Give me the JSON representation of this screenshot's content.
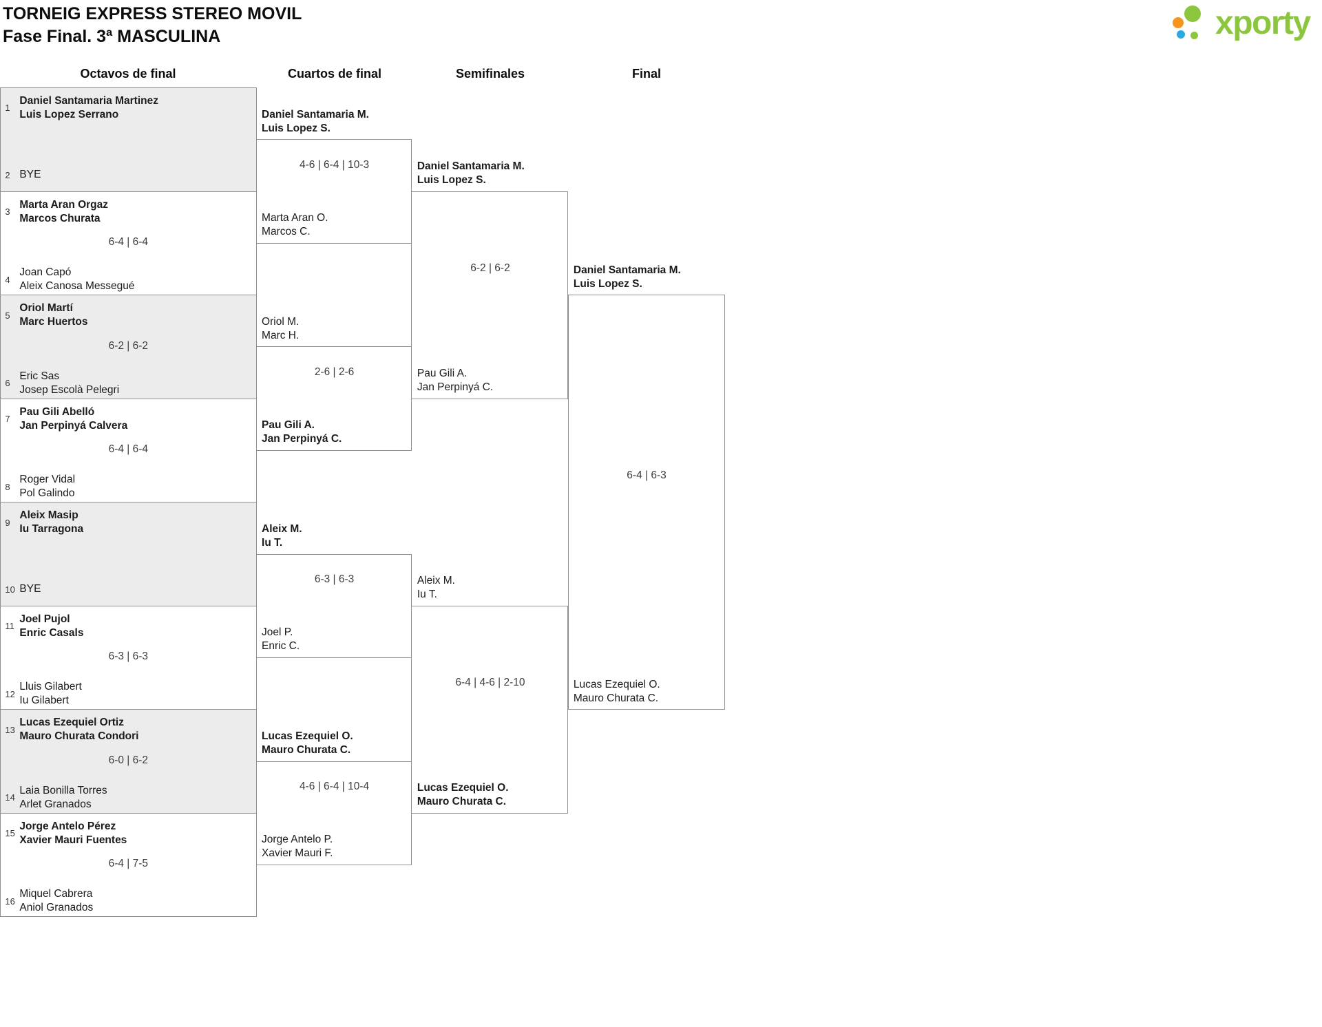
{
  "header": {
    "title": "TORNEIG EXPRESS STEREO MOVIL",
    "subtitle": "Fase Final. 3ª MASCULINA"
  },
  "logo": {
    "text": "xporty",
    "colors": {
      "green": "#8cc63e",
      "orange": "#f7941e",
      "blue": "#29abe2"
    }
  },
  "colors": {
    "shaded_row": "#ececec",
    "border": "#8f8f8f"
  },
  "rounds": [
    {
      "name": "Octavos de final",
      "matches": [
        {
          "shaded": true,
          "score": "",
          "top": {
            "seed": "1",
            "lines": [
              "Daniel Santamaria Martinez",
              "Luis Lopez Serrano"
            ],
            "winner": true
          },
          "bottom": {
            "seed": "2",
            "lines": [
              "BYE"
            ],
            "winner": false
          }
        },
        {
          "shaded": false,
          "score": "6-4 | 6-4",
          "top": {
            "seed": "3",
            "lines": [
              "Marta Aran Orgaz",
              "Marcos Churata"
            ],
            "winner": true
          },
          "bottom": {
            "seed": "4",
            "lines": [
              "Joan Capó",
              "Aleix Canosa Messegué"
            ],
            "winner": false
          }
        },
        {
          "shaded": true,
          "score": "6-2 | 6-2",
          "top": {
            "seed": "5",
            "lines": [
              "Oriol Martí",
              "Marc Huertos"
            ],
            "winner": true
          },
          "bottom": {
            "seed": "6",
            "lines": [
              "Eric Sas",
              "Josep Escolà Pelegri"
            ],
            "winner": false
          }
        },
        {
          "shaded": false,
          "score": "6-4 | 6-4",
          "top": {
            "seed": "7",
            "lines": [
              "Pau Gili Abelló",
              "Jan Perpinyá Calvera"
            ],
            "winner": true
          },
          "bottom": {
            "seed": "8",
            "lines": [
              "Roger Vidal",
              "Pol Galindo"
            ],
            "winner": false
          }
        },
        {
          "shaded": true,
          "score": "",
          "top": {
            "seed": "9",
            "lines": [
              "Aleix Masip",
              "Iu Tarragona"
            ],
            "winner": true
          },
          "bottom": {
            "seed": "10",
            "lines": [
              "BYE"
            ],
            "winner": false
          }
        },
        {
          "shaded": false,
          "score": "6-3 | 6-3",
          "top": {
            "seed": "11",
            "lines": [
              "Joel Pujol",
              "Enric Casals"
            ],
            "winner": true
          },
          "bottom": {
            "seed": "12",
            "lines": [
              "Lluis Gilabert",
              "Iu Gilabert"
            ],
            "winner": false
          }
        },
        {
          "shaded": true,
          "score": "6-0 | 6-2",
          "top": {
            "seed": "13",
            "lines": [
              "Lucas Ezequiel Ortiz",
              "Mauro Churata Condori"
            ],
            "winner": true
          },
          "bottom": {
            "seed": "14",
            "lines": [
              "Laia Bonilla Torres",
              "Arlet Granados"
            ],
            "winner": false
          }
        },
        {
          "shaded": false,
          "score": "6-4 | 7-5",
          "top": {
            "seed": "15",
            "lines": [
              "Jorge Antelo Pérez",
              "Xavier Mauri Fuentes"
            ],
            "winner": true
          },
          "bottom": {
            "seed": "16",
            "lines": [
              "Miquel Cabrera",
              "Aniol Granados"
            ],
            "winner": false
          }
        }
      ]
    },
    {
      "name": "Cuartos de final",
      "matches": [
        {
          "score": "4-6 | 6-4 | 10-3",
          "top": {
            "lines": [
              "Daniel Santamaria M.",
              "Luis Lopez S."
            ],
            "winner": true
          },
          "bottom": {
            "lines": [
              "Marta Aran O.",
              "Marcos C."
            ],
            "winner": false
          }
        },
        {
          "score": "2-6 | 2-6",
          "top": {
            "lines": [
              "Oriol M.",
              "Marc H."
            ],
            "winner": false
          },
          "bottom": {
            "lines": [
              "Pau Gili A.",
              "Jan Perpinyá C."
            ],
            "winner": true
          }
        },
        {
          "score": "6-3 | 6-3",
          "top": {
            "lines": [
              "Aleix M.",
              "Iu T."
            ],
            "winner": true
          },
          "bottom": {
            "lines": [
              "Joel P.",
              "Enric C."
            ],
            "winner": false
          }
        },
        {
          "score": "4-6 | 6-4 | 10-4",
          "top": {
            "lines": [
              "Lucas Ezequiel O.",
              "Mauro Churata C."
            ],
            "winner": true
          },
          "bottom": {
            "lines": [
              "Jorge Antelo P.",
              "Xavier Mauri F."
            ],
            "winner": false
          }
        }
      ]
    },
    {
      "name": "Semifinales",
      "matches": [
        {
          "score": "6-2 | 6-2",
          "top": {
            "lines": [
              "Daniel Santamaria M.",
              "Luis Lopez S."
            ],
            "winner": true
          },
          "bottom": {
            "lines": [
              "Pau Gili A.",
              "Jan Perpinyá C."
            ],
            "winner": false
          }
        },
        {
          "score": "6-4 | 4-6 | 2-10",
          "top": {
            "lines": [
              "Aleix M.",
              "Iu T."
            ],
            "winner": false
          },
          "bottom": {
            "lines": [
              "Lucas Ezequiel O.",
              "Mauro Churata C."
            ],
            "winner": true
          }
        }
      ]
    },
    {
      "name": "Final",
      "matches": [
        {
          "score": "6-4 | 6-3",
          "top": {
            "lines": [
              "Daniel Santamaria M.",
              "Luis Lopez S."
            ],
            "winner": true
          },
          "bottom": {
            "lines": [
              "Lucas Ezequiel O.",
              "Mauro Churata C."
            ],
            "winner": false
          }
        }
      ]
    }
  ]
}
